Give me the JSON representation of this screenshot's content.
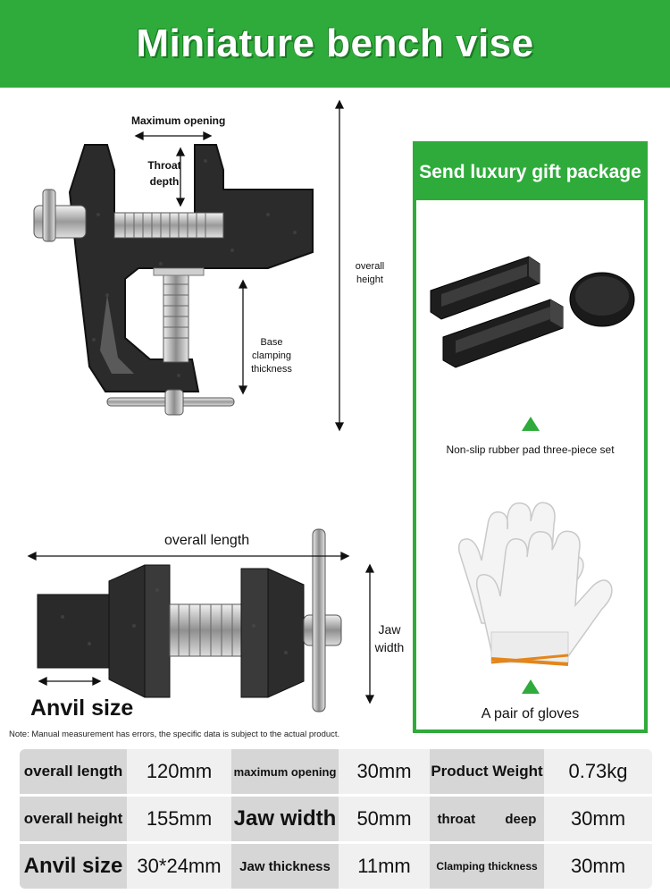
{
  "banner": {
    "title": "Miniature bench vise"
  },
  "diagram_top": {
    "max_opening": "Maximum opening",
    "throat_depth_line1": "Throat",
    "throat_depth_line2": "depth",
    "overall_height_line1": "overall",
    "overall_height_line2": "height",
    "base_line1": "Base",
    "base_line2": "clamping",
    "base_line3": "thickness"
  },
  "diagram_bottom": {
    "overall_length": "overall length",
    "jaw_width_line1": "Jaw",
    "jaw_width_line2": "width",
    "anvil_size": "Anvil size"
  },
  "gift": {
    "title": "Send luxury gift package",
    "pads_caption": "Non-slip rubber pad three-piece set",
    "gloves_caption": "A pair of gloves",
    "accent_color": "#2fab3b"
  },
  "note": "Note: Manual measurement has errors, the specific data is subject to the actual product.",
  "specs": {
    "rows": [
      [
        {
          "text": "overall length",
          "kind": "key"
        },
        {
          "text": "120mm",
          "kind": "val"
        },
        {
          "text": "maximum opening",
          "kind": "key"
        },
        {
          "text": "30mm",
          "kind": "val"
        },
        {
          "text": "Product Weight",
          "kind": "key"
        },
        {
          "text": "0.73kg",
          "kind": "val"
        }
      ],
      [
        {
          "text": "overall height",
          "kind": "key"
        },
        {
          "text": "155mm",
          "kind": "val"
        },
        {
          "text": "Jaw width",
          "kind": "key"
        },
        {
          "text": "50mm",
          "kind": "val"
        },
        {
          "text": "throat        deep",
          "kind": "key"
        },
        {
          "text": "30mm",
          "kind": "val"
        }
      ],
      [
        {
          "text": "Anvil size",
          "kind": "key"
        },
        {
          "text": "30*24mm",
          "kind": "val"
        },
        {
          "text": "Jaw thickness",
          "kind": "key"
        },
        {
          "text": "11mm",
          "kind": "val"
        },
        {
          "text": "Clamping thickness",
          "kind": "key"
        },
        {
          "text": "30mm",
          "kind": "val"
        }
      ]
    ]
  }
}
